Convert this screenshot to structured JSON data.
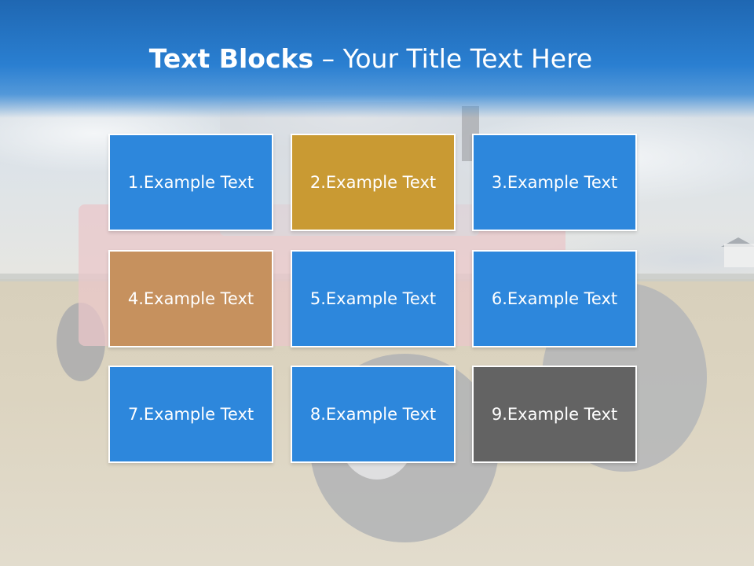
{
  "slide": {
    "title_bold": "Text Blocks",
    "title_dash": " – ",
    "title_rest": "Your Title Text Here"
  },
  "colors": {
    "header_blue": "#2a7fd1",
    "block_blue": "#2d87dc",
    "block_gold": "#c99a33",
    "block_tan": "#c6915e",
    "block_gray": "#636363",
    "border": "#ffffff"
  },
  "blocks": [
    {
      "label": "1.Example Text",
      "color": "#2d87dc"
    },
    {
      "label": "2.Example Text",
      "color": "#c99a33"
    },
    {
      "label": "3.Example Text",
      "color": "#2d87dc"
    },
    {
      "label": "4.Example Text",
      "color": "#c6915e"
    },
    {
      "label": "5.Example Text",
      "color": "#2d87dc"
    },
    {
      "label": "6.Example Text",
      "color": "#2d87dc"
    },
    {
      "label": "7.Example Text",
      "color": "#2d87dc"
    },
    {
      "label": "8.Example Text",
      "color": "#2d87dc"
    },
    {
      "label": "9.Example Text",
      "color": "#636363"
    }
  ]
}
